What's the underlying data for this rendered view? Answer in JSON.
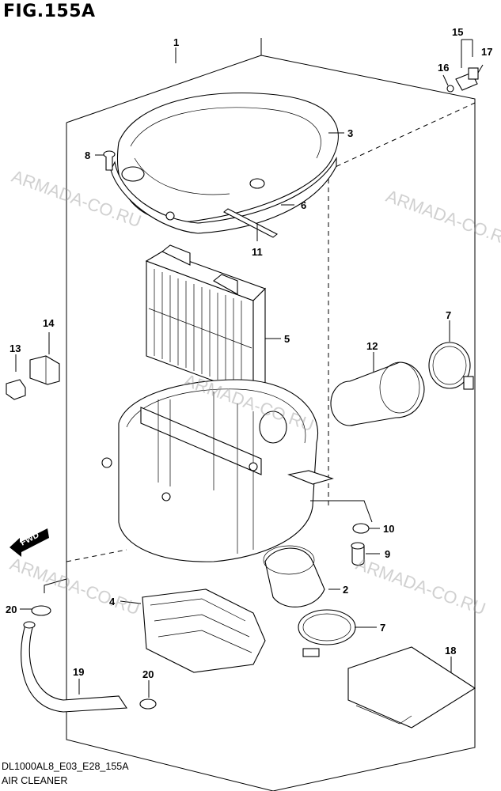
{
  "figure_title": "FIG.155A",
  "footer": {
    "code": "DL1000AL8_E03_E28_155A",
    "name": "AIR CLEANER"
  },
  "watermark": "ARMADA-CO.RU",
  "fwd_label": "FWD",
  "callouts": {
    "c1": "1",
    "c2": "2",
    "c3": "3",
    "c4": "4",
    "c5": "5",
    "c6": "6",
    "c7a": "7",
    "c7b": "7",
    "c8": "8",
    "c9": "9",
    "c10": "10",
    "c11": "11",
    "c12": "12",
    "c13": "13",
    "c14": "14",
    "c15": "15",
    "c16": "16",
    "c17": "17",
    "c18": "18",
    "c19": "19",
    "c20a": "20",
    "c20b": "20"
  }
}
